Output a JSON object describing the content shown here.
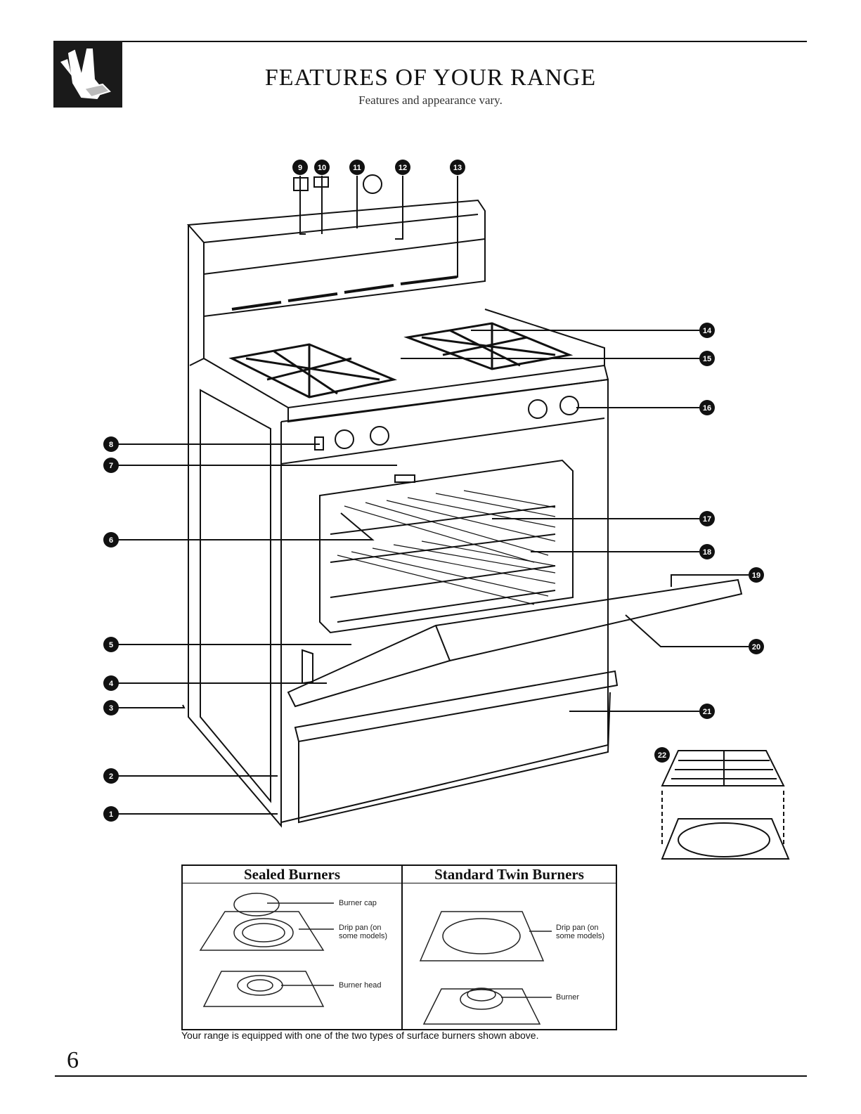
{
  "header": {
    "title": "FEATURES OF YOUR RANGE",
    "subtitle": "Features and appearance vary."
  },
  "callouts": [
    "1",
    "2",
    "3",
    "4",
    "5",
    "6",
    "7",
    "8",
    "9",
    "10",
    "11",
    "12",
    "13",
    "14",
    "15",
    "16",
    "17",
    "18",
    "19",
    "20",
    "21",
    "22"
  ],
  "burners": {
    "sealed": {
      "heading": "Sealed Burners",
      "labels": [
        "Burner cap",
        "Drip pan (on some models)",
        "Burner head"
      ]
    },
    "standard": {
      "heading": "Standard Twin Burners",
      "labels": [
        "Drip pan (on some models)",
        "Burner"
      ]
    }
  },
  "caption": "Your range is equipped with one of the two types of surface burners shown above.",
  "page_number": "6",
  "colors": {
    "ink": "#111111",
    "paper": "#ffffff"
  }
}
